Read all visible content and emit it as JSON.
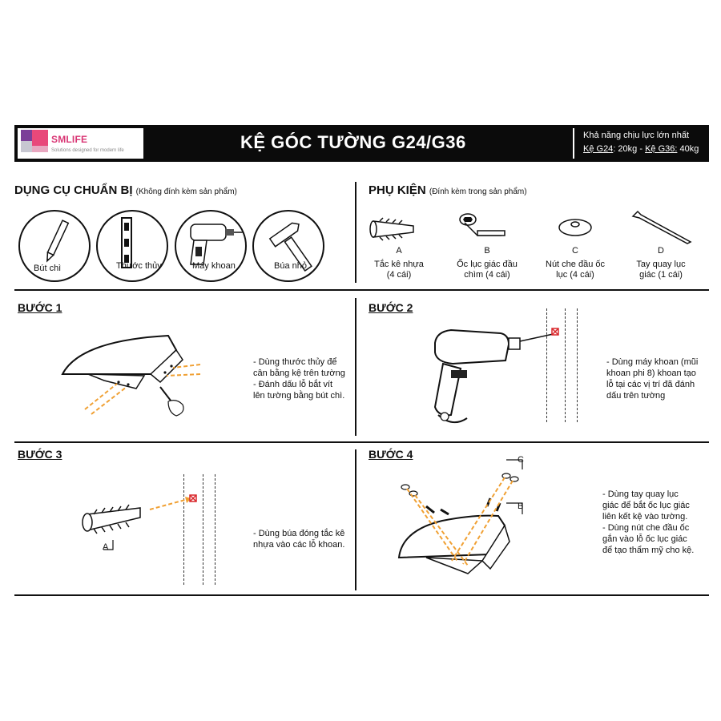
{
  "header": {
    "logo_name": "SMLIFE",
    "logo_tagline": "Solutions designed for modern life",
    "title": "KỆ GÓC TƯỜNG G24/G36",
    "capacity_line1": "Khả năng chịu lực lớn nhất",
    "capacity_g24_label": "Kệ G24",
    "capacity_g24_value": ": 20kg - ",
    "capacity_g36_label": "Kệ G36:",
    "capacity_g36_value": " 40kg"
  },
  "tools": {
    "heading": "DỤNG CỤ CHUẨN BỊ",
    "note": "(Không đính kèm sản phẩm)",
    "items": [
      {
        "label": "Bút chì",
        "icon": "pencil-icon"
      },
      {
        "label": "Thước thủy",
        "icon": "spirit-level-icon"
      },
      {
        "label": "Máy khoan",
        "icon": "drill-icon"
      },
      {
        "label": "Búa nhỏ",
        "icon": "hammer-icon"
      }
    ]
  },
  "accessories": {
    "heading": "PHỤ KIỆN",
    "note": "(Đính kèm trong sản phẩm)",
    "items": [
      {
        "letter": "A",
        "line1": "Tắc kê nhựa",
        "line2": "(4 cái)",
        "icon": "wall-plug-icon"
      },
      {
        "letter": "B",
        "line1": "Ốc lục giác đầu",
        "line2": "chìm (4 cái)",
        "icon": "hex-screw-icon"
      },
      {
        "letter": "C",
        "line1": "Nút che đầu ốc",
        "line2": "lục (4 cái)",
        "icon": "screw-cap-icon"
      },
      {
        "letter": "D",
        "line1": "Tay quay lục",
        "line2": "giác (1 cái)",
        "icon": "hex-key-icon"
      }
    ]
  },
  "steps": [
    {
      "title": "BƯỚC 1",
      "lines": [
        "- Dùng thước thủy để",
        "cân bằng kệ trên tường",
        "- Đánh dấu lỗ bắt vít",
        "lên tường bằng bút chì."
      ]
    },
    {
      "title": "BƯỚC 2",
      "lines": [
        "- Dùng máy khoan (mũi",
        "khoan phi 8) khoan tạo",
        "lỗ tại các vị trí đã đánh",
        "dấu trên tường"
      ]
    },
    {
      "title": "BƯỚC 3",
      "lines": [
        "- Dùng búa đóng tắc kê",
        "nhựa vào các lỗ khoan."
      ],
      "callout": "A"
    },
    {
      "title": "BƯỚC 4",
      "lines": [
        "- Dùng tay quay lục",
        "giác để bắt ốc lục giác",
        "liên kết kệ vào tường.",
        "- Dùng nút che đầu ốc",
        "gắn vào lỗ ốc lục giác",
        "để tạo thẩm mỹ cho kệ."
      ],
      "callout_c": "C",
      "callout_b": "B"
    }
  ],
  "colors": {
    "accent_arrow": "#f0a033",
    "mark_red": "#d9262b",
    "logo_pink": "#e8487a",
    "header_bg": "#0b0b0b"
  }
}
